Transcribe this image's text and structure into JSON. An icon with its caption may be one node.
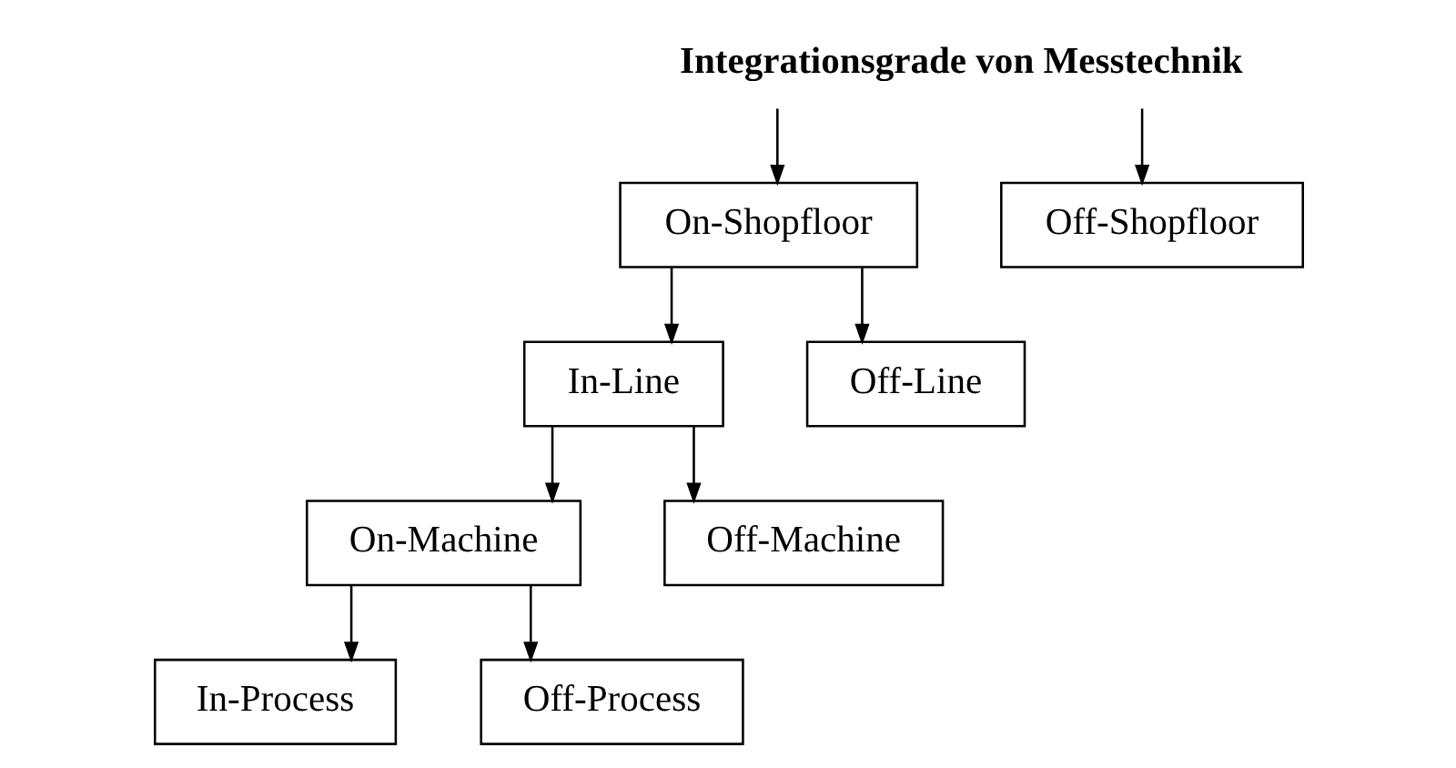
{
  "diagram": {
    "nodes": [
      {
        "text": [
          "Integrationsgrade von Messtechnik"
        ]
      },
      {
        "text": [
          "On-Shopfloor"
        ]
      },
      {
        "text": [
          "Off-Shopfloor"
        ]
      },
      {
        "text": [
          "In-Line"
        ]
      },
      {
        "text": [
          "Off-Line"
        ]
      },
      {
        "text": [
          "On-Machine"
        ]
      },
      {
        "text": [
          "Off-Machine"
        ]
      },
      {
        "text": [
          "In-Process"
        ]
      },
      {
        "text": [
          "Off-Process"
        ]
      }
    ],
    "edges": [
      {
        "from": 0,
        "to": 1,
        "arrow": "to"
      },
      {
        "from": 0,
        "to": 2,
        "arrow": "to"
      },
      {
        "from": 1,
        "to": 3,
        "arrow": "to"
      },
      {
        "from": 1,
        "to": 4,
        "arrow": "to"
      },
      {
        "from": 3,
        "to": 5,
        "arrow": "to"
      },
      {
        "from": 3,
        "to": 6,
        "arrow": "to"
      },
      {
        "from": 5,
        "to": 7,
        "arrow": "to"
      },
      {
        "from": 5,
        "to": 8,
        "arrow": "to"
      }
    ]
  }
}
